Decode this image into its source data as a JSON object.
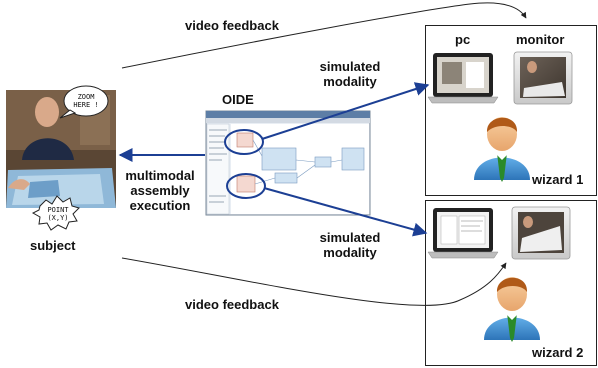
{
  "labels": {
    "video_feedback_top": "video feedback",
    "video_feedback_bottom": "video feedback",
    "oide": "OIDE",
    "subject": "subject",
    "simulated_modality_top": [
      "simulated",
      "modality"
    ],
    "simulated_modality_bottom": [
      "simulated",
      "modality"
    ],
    "multimodal_execution": [
      "multimodal",
      "assembly",
      "execution"
    ],
    "pc": "pc",
    "monitor": "monitor",
    "wizard_1": "wizard 1",
    "wizard_2": "wizard 2"
  },
  "bubbles": {
    "zoom": [
      "ZOOM",
      "HERE !"
    ],
    "point": [
      "POINT",
      "(X,Y)"
    ]
  },
  "colors": {
    "arrow_blue": "#1c3f94",
    "line_black": "#222222",
    "wizard_shirt": "#3c8ed3",
    "wizard_skin": "#f2b985",
    "wizard_hair": "#b05a18",
    "wizard_tie": "#2a8a2a"
  }
}
